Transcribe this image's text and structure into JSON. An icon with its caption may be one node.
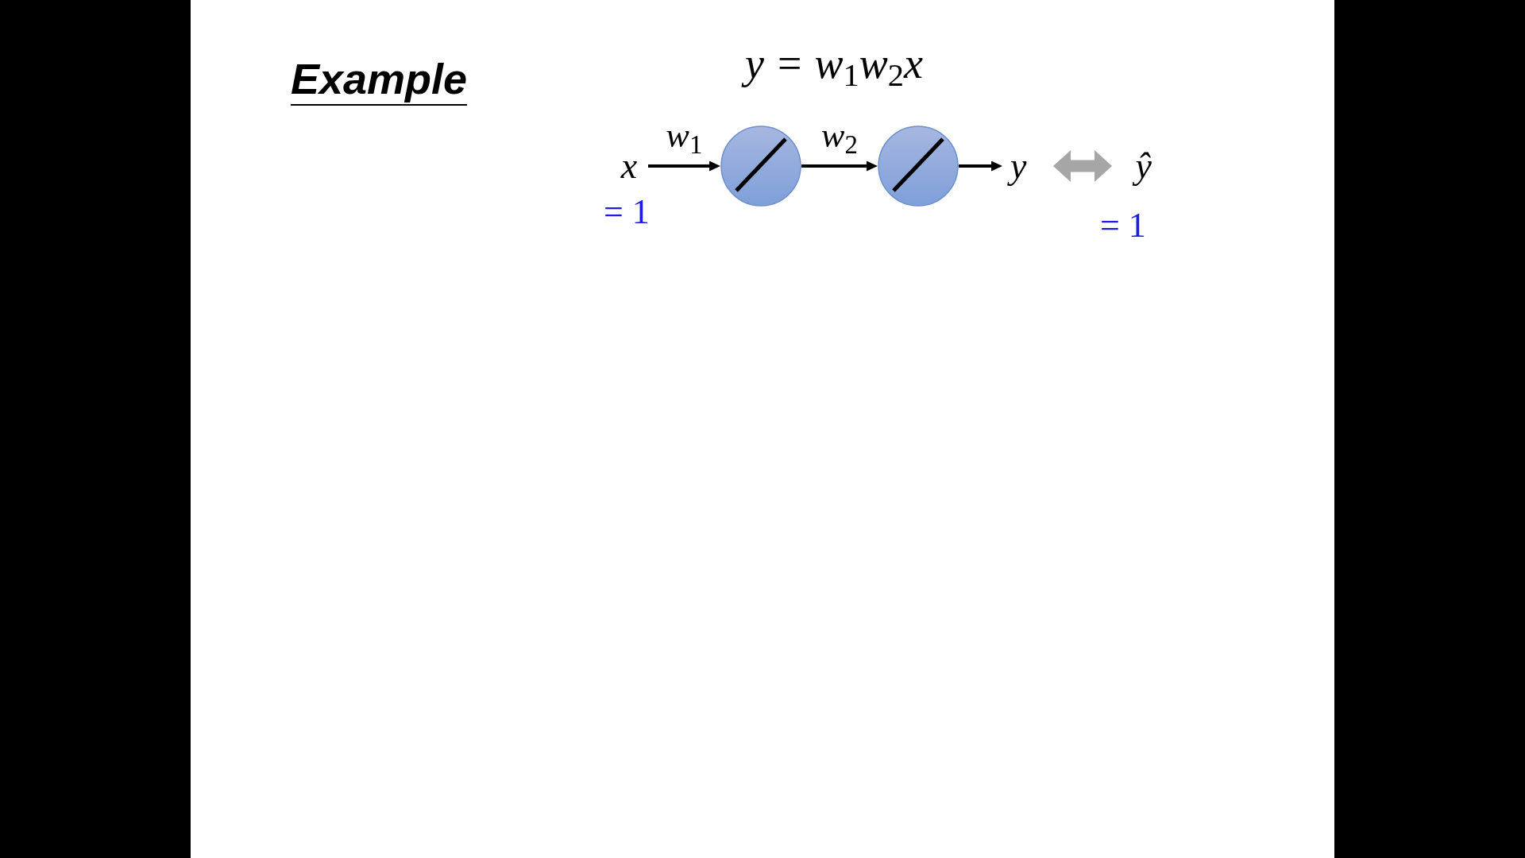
{
  "diagram": {
    "title": "Example",
    "nodes": [
      {
        "text": [
          "x"
        ],
        "beside": [
          "= 1"
        ]
      },
      {
        "text": [],
        "shape": "circle"
      },
      {
        "text": [],
        "shape": "circle"
      },
      {
        "text": [
          "y"
        ]
      },
      {
        "text": [
          "ŷ"
        ],
        "beside": [
          "= 1"
        ]
      }
    ],
    "edges": [
      {
        "from": 0,
        "to": 1,
        "arrow": "to",
        "label": "w$_{1}$"
      },
      {
        "from": 1,
        "to": 2,
        "arrow": "to",
        "label": "w$_{2}$"
      },
      {
        "from": 2,
        "to": 3,
        "arrow": "to"
      },
      {
        "from": 3,
        "to": 4,
        "arrow": "both",
        "style": "thick",
        "color": "#a6a6a6"
      }
    ],
    "labels": [
      "y = w$_{1}$w$_{2}$x"
    ]
  }
}
